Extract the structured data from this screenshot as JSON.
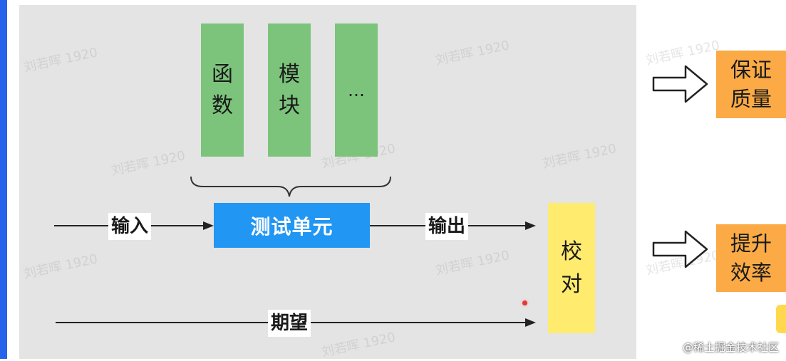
{
  "watermark_text": "刘若晖 1920",
  "modules": [
    {
      "chars": [
        "函",
        "数"
      ]
    },
    {
      "chars": [
        "模",
        "块"
      ]
    },
    {
      "chars": [
        "…"
      ]
    }
  ],
  "flow": {
    "input_label": "输入",
    "unit_label": "测试单元",
    "output_label": "输出",
    "expect_label": "期望",
    "check_chars": [
      "校",
      "对"
    ]
  },
  "results": [
    {
      "chars": [
        "保证",
        "质量"
      ]
    },
    {
      "chars": [
        "提升",
        "效率"
      ]
    }
  ],
  "badge": "@稀土掘金技术社区",
  "colors": {
    "slide_bg": "#e4e4e4",
    "module_green": "#7cc47c",
    "unit_blue": "#2196f3",
    "check_yellow": "#ffeb6e",
    "result_orange": "#fbaa45",
    "accent_bar": "#2563eb"
  }
}
